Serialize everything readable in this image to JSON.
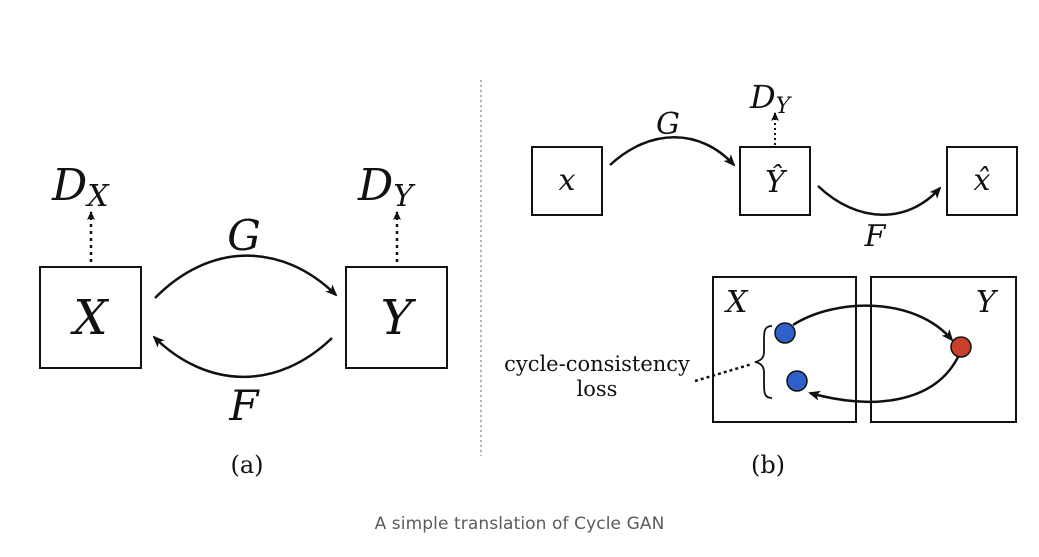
{
  "panel_a": {
    "node_x": "X",
    "node_y": "Y",
    "discriminator_x": {
      "base": "D",
      "sub": "X"
    },
    "discriminator_y": {
      "base": "D",
      "sub": "Y"
    },
    "forward_mapping": "G",
    "backward_mapping": "F",
    "label": "(a)"
  },
  "panel_b": {
    "input": "x",
    "translated": "Ŷ",
    "reconstructed": "x̂",
    "discriminator_y": {
      "base": "D",
      "sub": "Y"
    },
    "forward_mapping": "G",
    "backward_mapping": "F",
    "domain_x": "X",
    "domain_y": "Y",
    "loss_label": [
      "cycle-consistency",
      "loss"
    ],
    "label": "(b)"
  },
  "caption": "A simple translation of Cycle GAN",
  "colors": {
    "source_point": "#2f5fc9",
    "target_point": "#c8402c",
    "ink": "#111111",
    "caption": "#5a5a5a",
    "divider": "#999999"
  }
}
